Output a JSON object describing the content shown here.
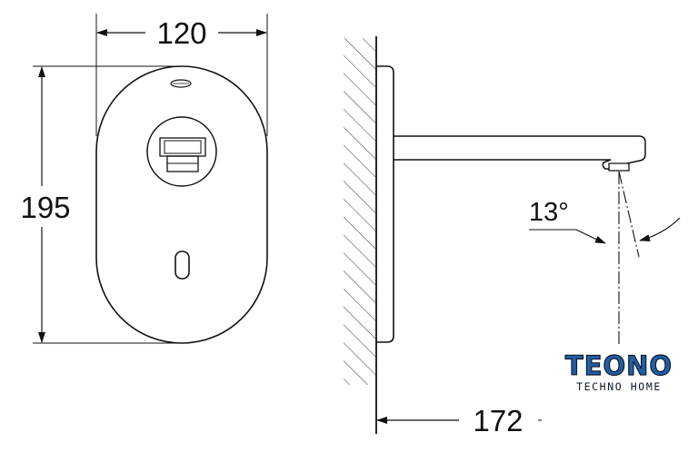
{
  "dimensions": {
    "width": "120",
    "height": "195",
    "projection": "172",
    "spray_angle": "13°"
  },
  "logo": {
    "word": "TEONO",
    "tagline": "TECHNO HOME"
  }
}
